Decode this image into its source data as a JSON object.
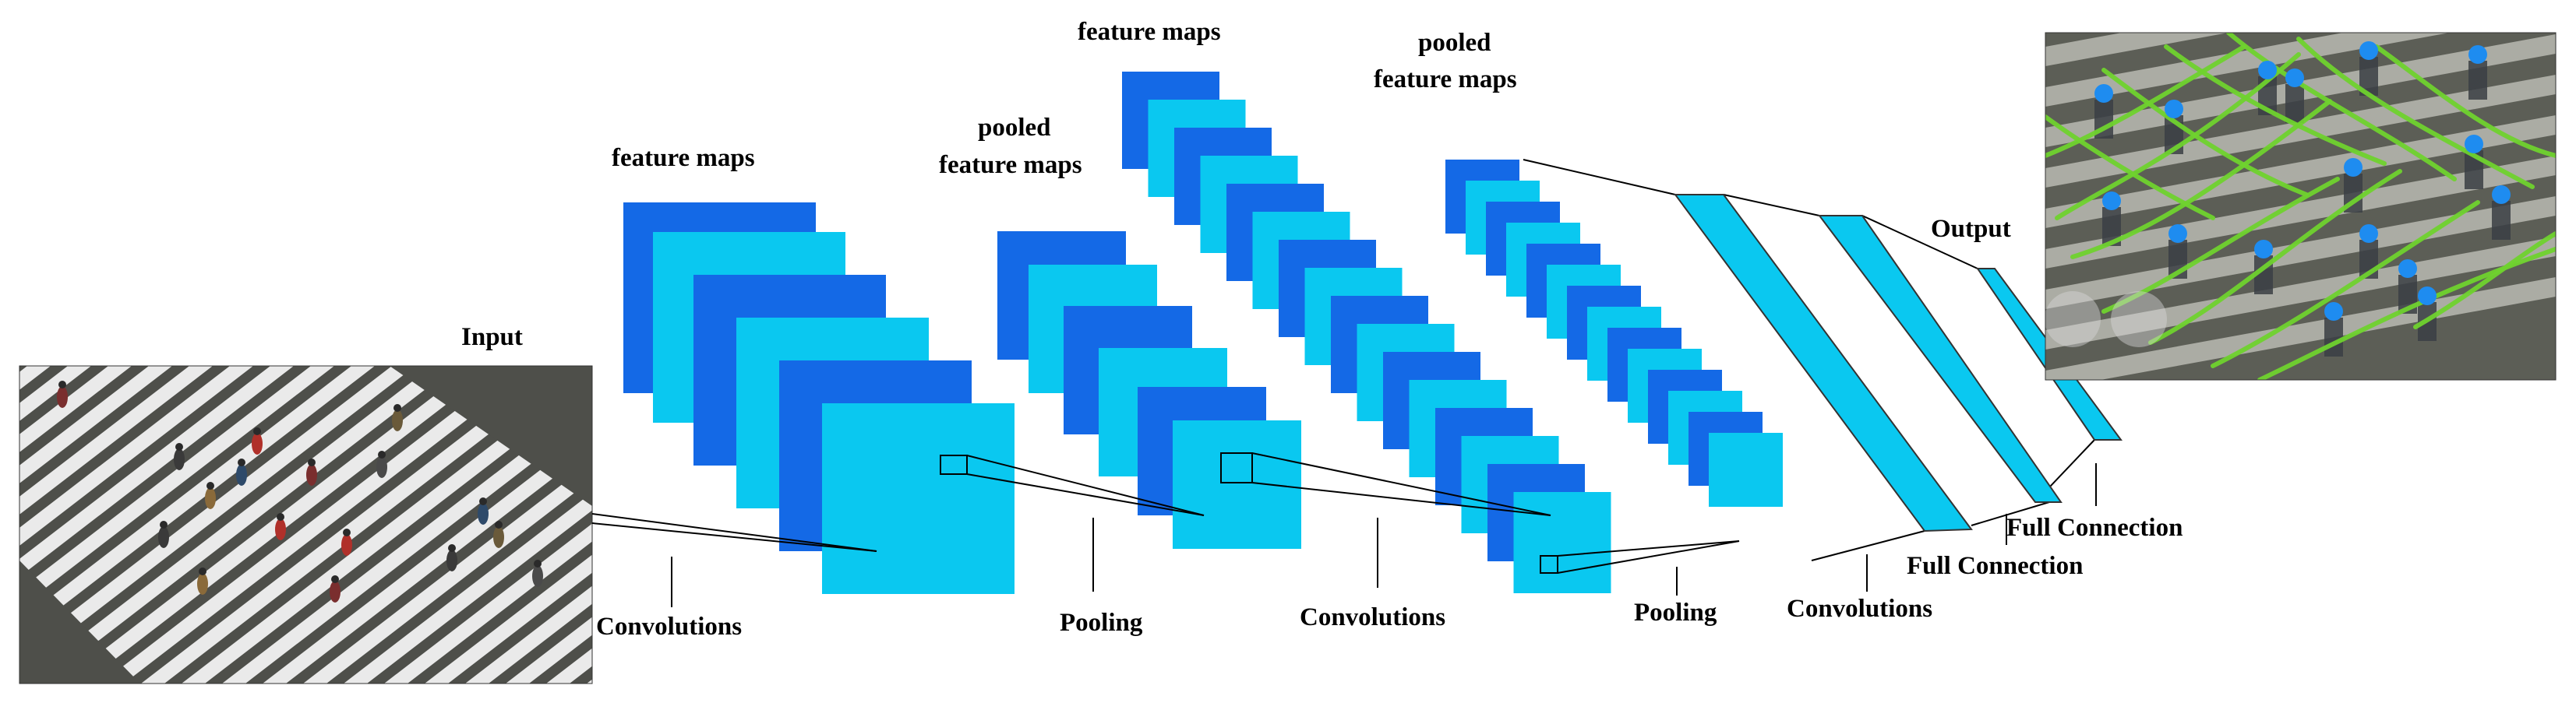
{
  "labels": {
    "input": "Input",
    "output": "Output",
    "feature_maps": "feature maps",
    "pooled": "pooled",
    "convolutions": "Convolutions",
    "pooling": "Pooling",
    "full_connection": "Full Connection"
  },
  "colors": {
    "dark_blue": "#1469E6",
    "light_blue": "#0AC8F0",
    "stripe_white": "#F2F2F2",
    "asphalt": "#4E4F4A",
    "trajectory_green": "#6FD22E",
    "head_blue": "#1E8CF0"
  },
  "icons": {
    "input_image": "crosswalk-pedestrians-photo",
    "output_image": "pedestrian-trajectories-photo"
  }
}
